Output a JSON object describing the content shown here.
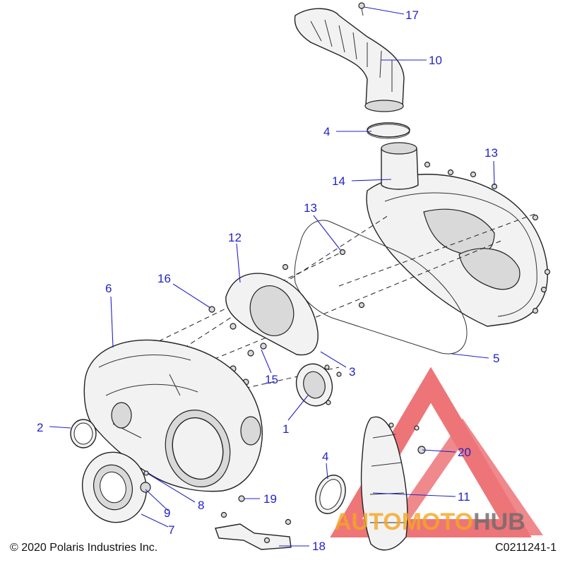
{
  "diagram": {
    "callouts": [
      {
        "id": "c17",
        "label": "17"
      },
      {
        "id": "c10",
        "label": "10"
      },
      {
        "id": "c4a",
        "label": "4"
      },
      {
        "id": "c13a",
        "label": "13"
      },
      {
        "id": "c14",
        "label": "14"
      },
      {
        "id": "c13b",
        "label": "13"
      },
      {
        "id": "c12",
        "label": "12"
      },
      {
        "id": "c16",
        "label": "16"
      },
      {
        "id": "c6",
        "label": "6"
      },
      {
        "id": "c5",
        "label": "5"
      },
      {
        "id": "c3",
        "label": "3"
      },
      {
        "id": "c15",
        "label": "15"
      },
      {
        "id": "c1",
        "label": "1"
      },
      {
        "id": "c2",
        "label": "2"
      },
      {
        "id": "c4b",
        "label": "4"
      },
      {
        "id": "c20",
        "label": "20"
      },
      {
        "id": "c11",
        "label": "11"
      },
      {
        "id": "c8",
        "label": "8"
      },
      {
        "id": "c9",
        "label": "9"
      },
      {
        "id": "c19",
        "label": "19"
      },
      {
        "id": "c7",
        "label": "7"
      },
      {
        "id": "c18",
        "label": "18"
      }
    ],
    "copyright": "© 2020 Polaris Industries Inc.",
    "drawing_id": "C0211241-1"
  },
  "watermark": {
    "text_auto": "AUTO",
    "text_moto": "MOTO",
    "text_hub": "HUB",
    "colors": {
      "red": "#e8474b",
      "orange": "#f5a623",
      "gray": "#6b6b6b"
    }
  },
  "colors": {
    "callout": "#2323c8",
    "line_art": "#222222"
  }
}
